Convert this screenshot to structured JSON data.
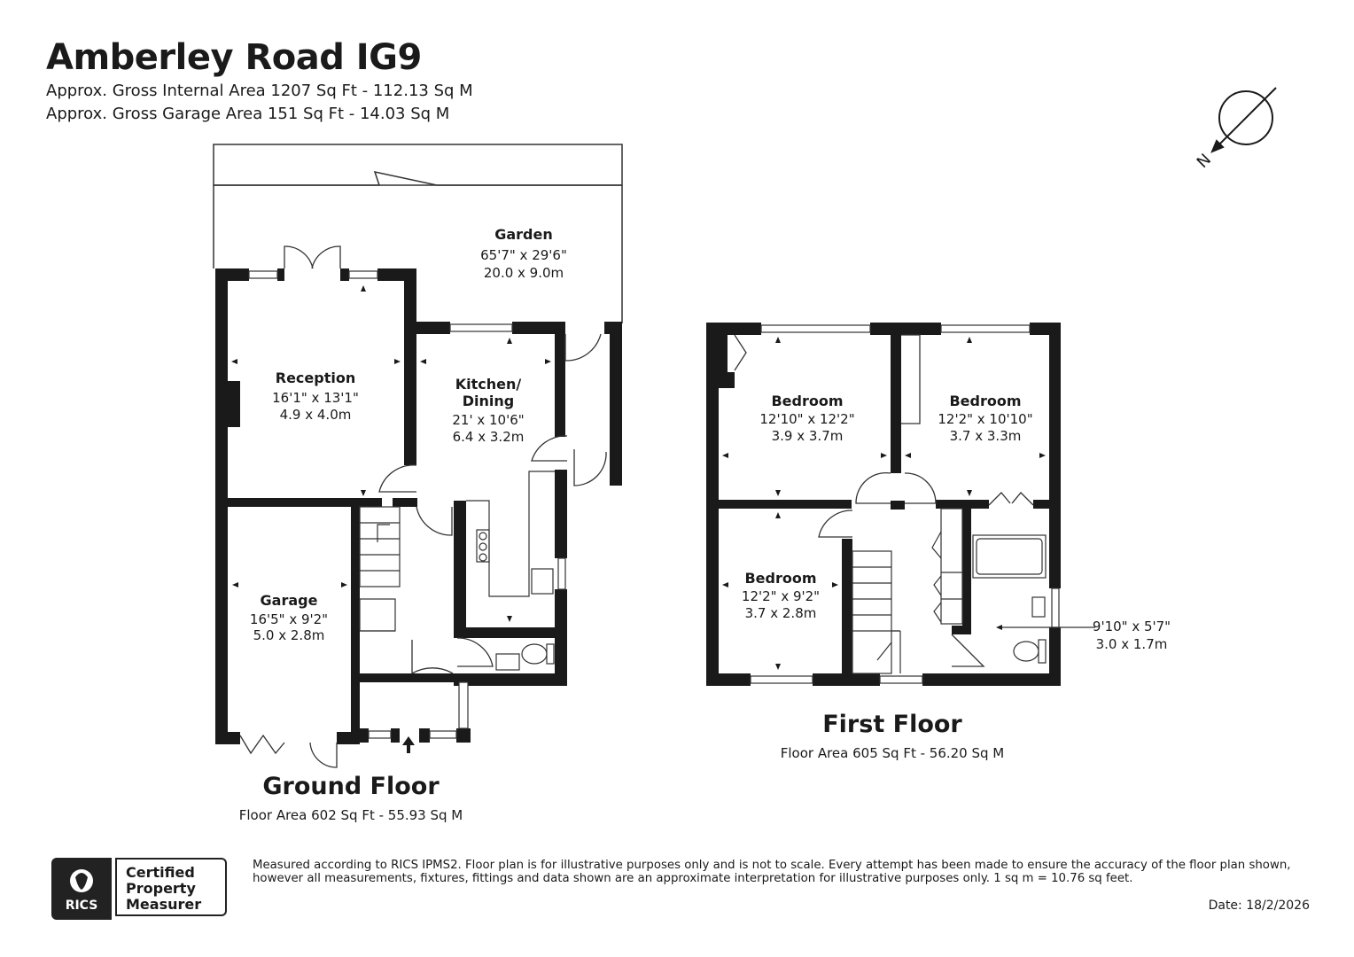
{
  "header": {
    "title": "Amberley Road IG9",
    "gross_internal": "Approx. Gross Internal Area 1207 Sq Ft - 112.13 Sq M",
    "gross_garage": "Approx. Gross Garage Area 151 Sq Ft - 14.03 Sq M"
  },
  "compass": {
    "icon": "north-arrow-icon",
    "label": "N"
  },
  "ground_floor": {
    "title": "Ground Floor",
    "area": "Floor Area 602 Sq Ft - 55.93 Sq M",
    "rooms": {
      "garden": {
        "name": "Garden",
        "imperial": "65'7\" x 29'6\"",
        "metric": "20.0 x 9.0m"
      },
      "reception": {
        "name": "Reception",
        "imperial": "16'1\" x 13'1\"",
        "metric": "4.9 x 4.0m"
      },
      "kitchen": {
        "name1": "Kitchen/",
        "name2": "Dining",
        "imperial": "21' x 10'6\"",
        "metric": "6.4 x 3.2m"
      },
      "garage": {
        "name": "Garage",
        "imperial": "16'5\" x 9'2\"",
        "metric": "5.0 x 2.8m"
      }
    }
  },
  "first_floor": {
    "title": "First Floor",
    "area": "Floor Area 605 Sq Ft - 56.20 Sq M",
    "rooms": {
      "bedroom1": {
        "name": "Bedroom",
        "imperial": "12'10\" x 12'2\"",
        "metric": "3.9 x 3.7m"
      },
      "bedroom2": {
        "name": "Bedroom",
        "imperial": "12'2\" x 10'10\"",
        "metric": "3.7 x 3.3m"
      },
      "bedroom3": {
        "name": "Bedroom",
        "imperial": "12'2\" x 9'2\"",
        "metric": "3.7 x 2.8m"
      },
      "bathroom": {
        "imperial": "9'10\" x 5'7\"",
        "metric": "3.0 x 1.7m"
      }
    }
  },
  "footer": {
    "rics_name": "RICS",
    "rics_line1": "Certified",
    "rics_line2": "Property",
    "rics_line3": "Measurer",
    "disclaimer": "Measured according to RICS IPMS2. Floor plan is for illustrative purposes only and is not to scale. Every attempt has been made to ensure the accuracy of the floor plan shown, however all measurements, fixtures, fittings and data shown are an approximate interpretation for illustrative purposes only. 1 sq m = 10.76 sq feet.",
    "date": "Date: 18/2/2026"
  },
  "colors": {
    "wall": "#1a1a1a",
    "background": "#ffffff",
    "line": "#333333"
  }
}
